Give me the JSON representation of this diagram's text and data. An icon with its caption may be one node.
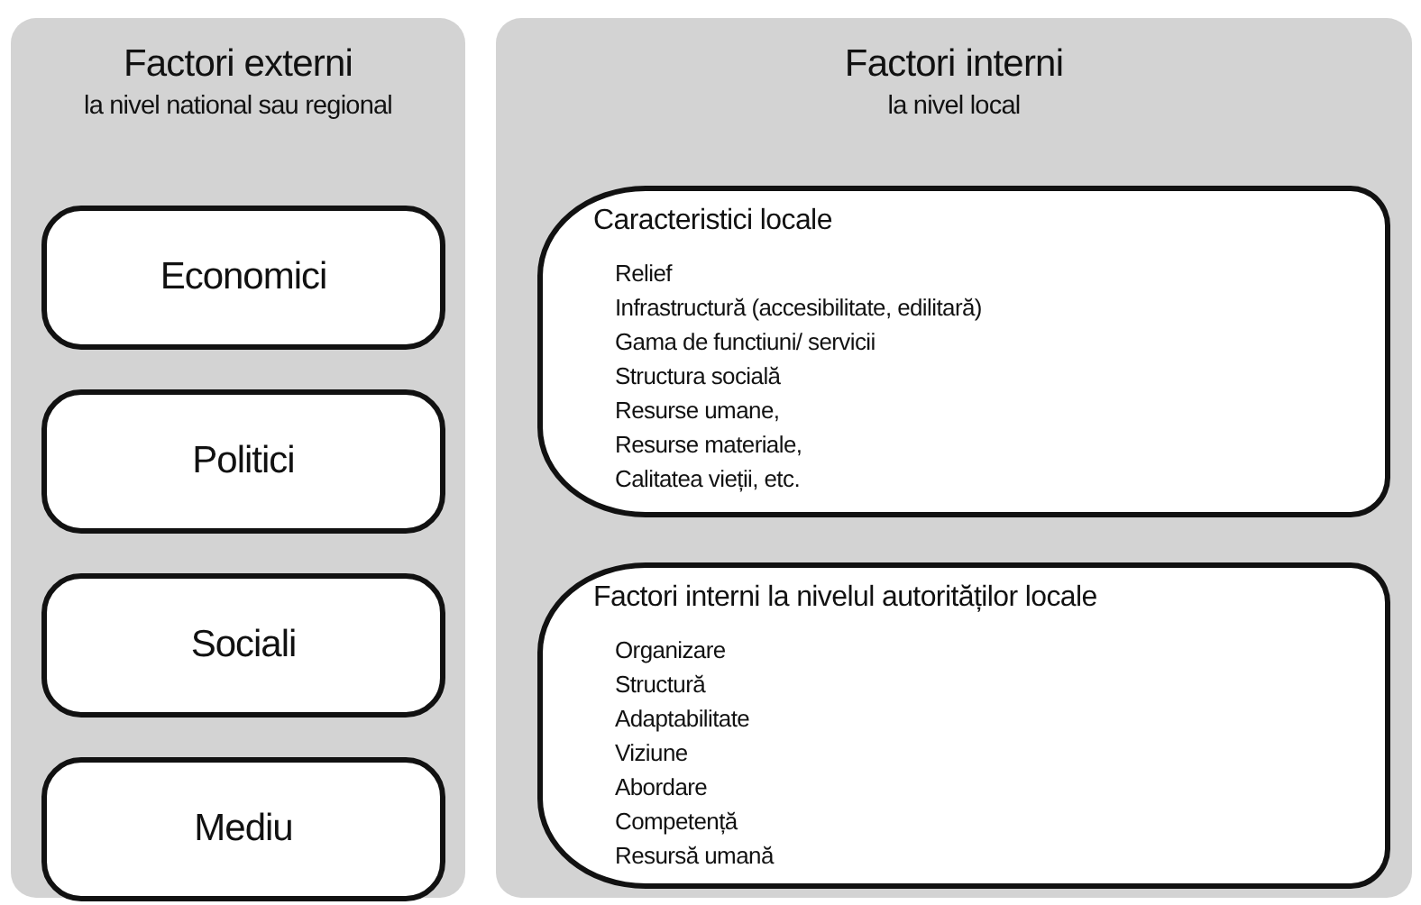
{
  "diagram": {
    "nodes": [
      {
        "text": [
          "Factori externi",
          "la nivel national sau regional"
        ]
      },
      {
        "text": [
          "Economici"
        ],
        "in": 0
      },
      {
        "text": [
          "Politici"
        ],
        "in": 0
      },
      {
        "text": [
          "Sociali"
        ],
        "in": 0
      },
      {
        "text": [
          "Mediu"
        ],
        "in": 0
      },
      {
        "text": [
          "Factori interni",
          "la nivel local"
        ]
      },
      {
        "text": [
          "Caracteristici locale",
          "Relief",
          "Infrastructură (accesibilitate, edilitară)",
          "Gama de functiuni/ servicii",
          "Structura socială",
          "Resurse umane,",
          "Resurse materiale,",
          "Calitatea vieții, etc."
        ],
        "in": 5
      },
      {
        "text": [
          "Factori interni la nivelul autorităților locale",
          "Organizare",
          "Structură",
          "Adaptabilitate",
          "Viziune",
          "Abordare",
          "Competență",
          "Resursă umană"
        ],
        "in": 5
      }
    ]
  }
}
